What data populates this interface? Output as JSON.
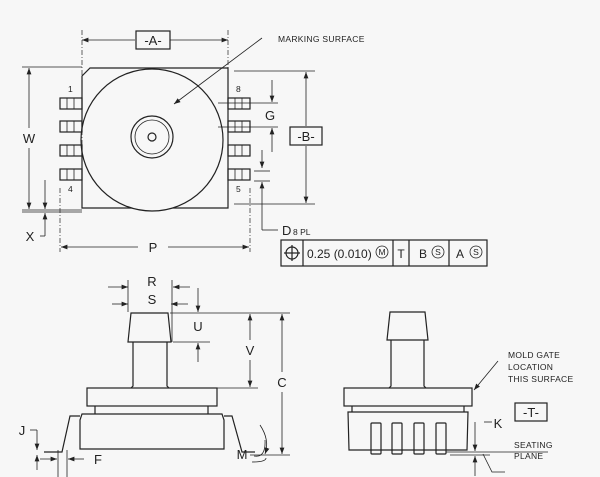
{
  "title": "Surface mount pressure sensor package outline",
  "top_view": {
    "datum_a": "-A-",
    "datum_b": "-B-",
    "marking_surface": "MARKING SURFACE",
    "pin_labels": [
      "1",
      "4",
      "5",
      "8"
    ],
    "dims": {
      "w": "W",
      "x": "X",
      "p": "P",
      "g": "G",
      "d": "D",
      "d_note": "8 PL"
    },
    "feature_control_frame": {
      "symbol": "position-icon",
      "tolerance": "0.25 (0.010)",
      "modifier": "M",
      "datums": [
        "T",
        "B",
        "S",
        "A",
        "S"
      ]
    }
  },
  "side_view": {
    "dims": {
      "r": "R",
      "s": "S",
      "u": "U",
      "v": "V",
      "c": "C",
      "j": "J",
      "f": "F",
      "m": "M"
    }
  },
  "end_view": {
    "mold_gate": [
      "MOLD GATE",
      "LOCATION",
      "THIS SURFACE"
    ],
    "k": "K",
    "datum_t": "-T-",
    "seating_plane": [
      "SEATING",
      "PLANE"
    ]
  }
}
